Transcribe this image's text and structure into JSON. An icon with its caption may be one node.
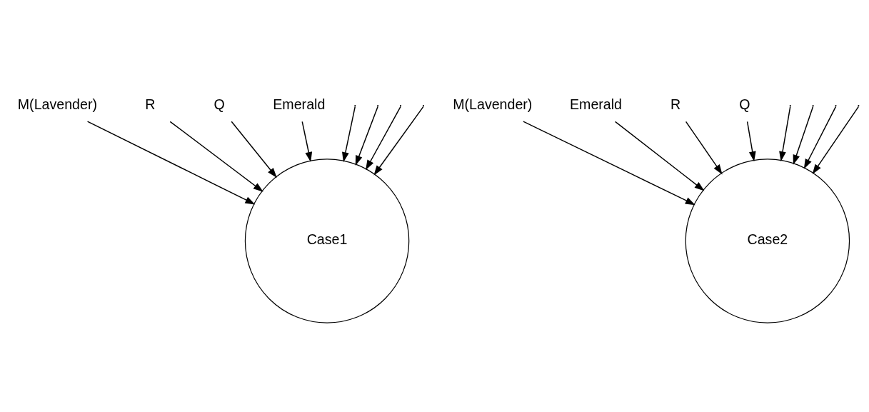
{
  "diagram": {
    "nodes": [
      {
        "text": [
          "M(Lavender)"
        ]
      },
      {
        "text": [
          "M(Lavender)"
        ]
      },
      {
        "text": [
          "Emerald"
        ]
      },
      {
        "text": [
          "R"
        ]
      },
      {
        "text": [
          "R"
        ]
      },
      {
        "text": [
          "Case1"
        ]
      },
      {
        "text": [
          "Case2"
        ]
      },
      {
        "text": [
          "Q"
        ]
      },
      {
        "text": [
          "Q"
        ]
      },
      {
        "text": [
          "Emerald"
        ]
      }
    ],
    "edges": [
      {
        "from": 0,
        "to": 5,
        "arrow": "to"
      },
      {
        "from": 3,
        "to": 5,
        "arrow": "to"
      },
      {
        "from": null,
        "to": 5,
        "arrow": "to"
      },
      {
        "from": null,
        "to": 5,
        "arrow": "to"
      },
      {
        "from": null,
        "to": 5,
        "arrow": "to"
      },
      {
        "from": 9,
        "to": 5,
        "arrow": "to"
      },
      {
        "from": null,
        "to": 5,
        "arrow": "to"
      },
      {
        "from": 7,
        "to": 5,
        "arrow": "to"
      },
      {
        "from": 1,
        "to": 6,
        "arrow": "to"
      },
      {
        "from": 4,
        "to": 6,
        "arrow": "to"
      },
      {
        "from": 2,
        "to": 6,
        "arrow": "to"
      },
      {
        "from": null,
        "to": 6,
        "arrow": "to"
      },
      {
        "from": null,
        "to": 6,
        "arrow": "to"
      },
      {
        "from": null,
        "to": 6,
        "arrow": "to"
      },
      {
        "from": null,
        "to": 6,
        "arrow": "to"
      },
      {
        "from": 8,
        "to": 6,
        "arrow": "to"
      }
    ]
  }
}
